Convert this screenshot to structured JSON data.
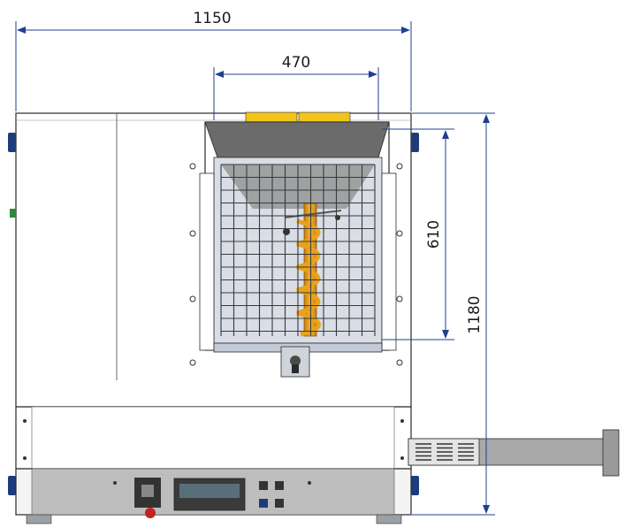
{
  "dimensions": {
    "overall_width": "1150",
    "opening_width": "470",
    "opening_height": "610",
    "overall_height": "1180"
  },
  "control_panel": {
    "display_text": ""
  },
  "colors": {
    "outline": "#2a2a2a",
    "dim_line": "#1f3f8f",
    "grid": "#3a3a3a",
    "auger": "#e8a21a",
    "hinge": "#1e3c7c",
    "warning_label": "#f0c419",
    "panel": "#f4f4f4",
    "frame": "#d8dde6"
  }
}
